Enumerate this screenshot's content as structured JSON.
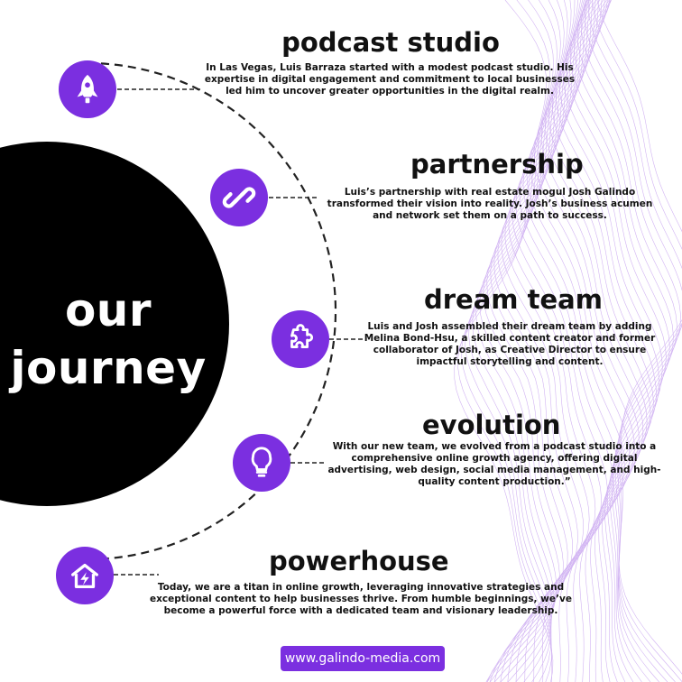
{
  "circle": {
    "line1": "our",
    "line2": "journey"
  },
  "steps": [
    {
      "icon": "rocket-icon",
      "title": "podcast studio",
      "text": "In Las Vegas, Luis Barraza started with a modest podcast studio. His expertise in digital engagement and commitment to local businesses led him to uncover greater opportunities in the digital realm."
    },
    {
      "icon": "link-icon",
      "title": "partnership",
      "text": "Luis’s partnership with real estate mogul Josh Galindo transformed their vision into reality. Josh’s business acumen and network set them on a path to success."
    },
    {
      "icon": "puzzle-icon",
      "title": "dream team",
      "text": "Luis and Josh assembled their dream team by adding Melina Bond-Hsu, a skilled content creator and former collaborator of Josh, as Creative Director to ensure impactful storytelling and content."
    },
    {
      "icon": "lightbulb-icon",
      "title": "evolution",
      "text": "With our new team, we evolved from a podcast studio into a comprehensive online growth agency, offering digital advertising, web design, social media management, and high-quality content production.”"
    },
    {
      "icon": "house-bolt-icon",
      "title": "powerhouse",
      "text": "Today, we are a titan in online growth, leveraging innovative strategies and exceptional content to help businesses thrive. From humble beginnings, we’ve become a powerful force with a dedicated team and visionary leadership."
    }
  ],
  "footer": {
    "url": "www.galindo-media.com"
  },
  "colors": {
    "accent": "#7b2fe0",
    "circle": "#000000",
    "wave": "#c9a6f0"
  }
}
